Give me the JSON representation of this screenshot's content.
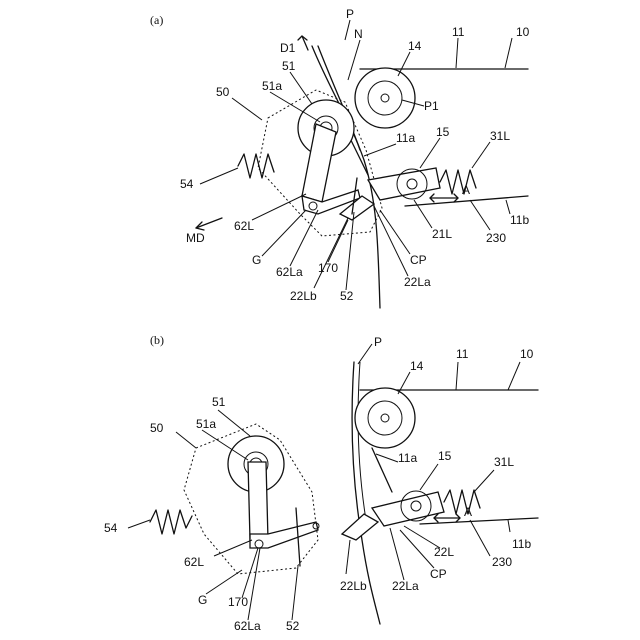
{
  "panel_a": {
    "caption": "(a)",
    "labels": {
      "P": "P",
      "D1": "D1",
      "N": "N",
      "n14": "14",
      "n11": "11",
      "n10": "10",
      "n51": "51",
      "n51a": "51a",
      "n50": "50",
      "P1": "P1",
      "n11a": "11a",
      "n15": "15",
      "n31L": "31L",
      "n54": "54",
      "A": "A",
      "n62L": "62L",
      "n11b": "11b",
      "MD": "MD",
      "n21L": "21L",
      "n230": "230",
      "G": "G",
      "CP": "CP",
      "n62La": "62La",
      "n170": "170",
      "n22La": "22La",
      "n22Lb": "22Lb",
      "n52": "52"
    }
  },
  "panel_b": {
    "caption": "(b)",
    "labels": {
      "P": "P",
      "n11": "11",
      "n10": "10",
      "n14": "14",
      "n51": "51",
      "n50": "50",
      "n51a": "51a",
      "n11a": "11a",
      "n15": "15",
      "n31L": "31L",
      "n54": "54",
      "A": "A",
      "n11b": "11b",
      "n22L": "22L",
      "n230": "230",
      "n62L": "62L",
      "CP": "CP",
      "n22Lb": "22Lb",
      "n22La": "22La",
      "G": "G",
      "n170": "170",
      "n62La": "62La",
      "n52": "52"
    }
  }
}
